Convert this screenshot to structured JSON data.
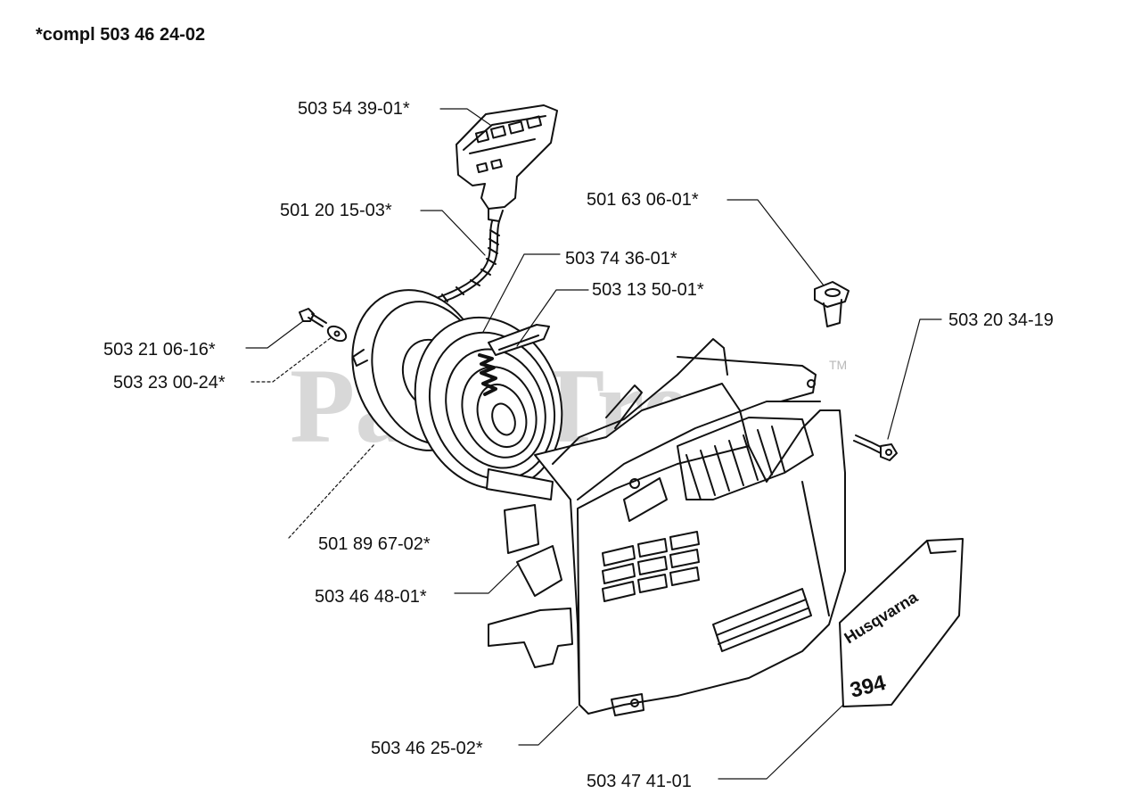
{
  "title": "*compl 503 46 24-02",
  "watermark": {
    "text": "PartsTree",
    "trademark": "TM"
  },
  "decal": {
    "brand": "Husqvarna",
    "model": "394"
  },
  "parts": [
    {
      "id": "handle",
      "number": "503 54 39-01*"
    },
    {
      "id": "rope",
      "number": "501 20 15-03*"
    },
    {
      "id": "spring",
      "number": "503 74 36-01*"
    },
    {
      "id": "pawl",
      "number": "503 13 50-01*"
    },
    {
      "id": "screw",
      "number": "503 21 06-16*"
    },
    {
      "id": "washer",
      "number": "503 23 00-24*"
    },
    {
      "id": "pulley",
      "number": "501 89 67-02*"
    },
    {
      "id": "guide",
      "number": "503 46 48-01*"
    },
    {
      "id": "cover",
      "number": "503 46 25-02*"
    },
    {
      "id": "valve",
      "number": "501 63 06-01*"
    },
    {
      "id": "bolt",
      "number": "503 20 34-19"
    },
    {
      "id": "decal",
      "number": "503 47 41-01"
    }
  ]
}
